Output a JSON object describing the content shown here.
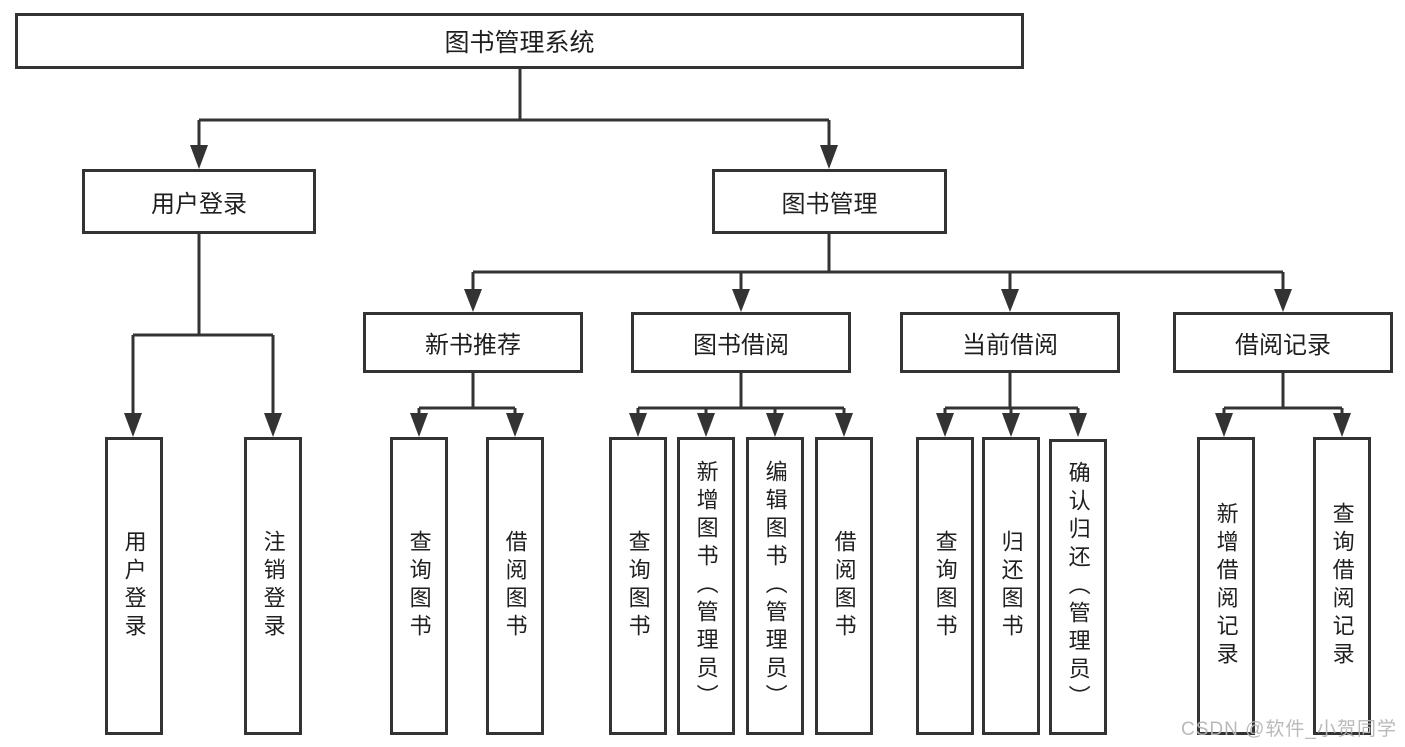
{
  "diagram": {
    "root": {
      "label": "图书管理系统"
    },
    "branches": {
      "user_login": {
        "label": "用户登录",
        "leaves": [
          {
            "label": "用户登录"
          },
          {
            "label": "注销登录"
          }
        ]
      },
      "book_management": {
        "label": "图书管理",
        "sections": [
          {
            "label": "新书推荐",
            "leaves": [
              {
                "label": "查询图书"
              },
              {
                "label": "借阅图书"
              }
            ]
          },
          {
            "label": "图书借阅",
            "leaves": [
              {
                "label": "查询图书"
              },
              {
                "label": "新增图书（管理员）"
              },
              {
                "label": "编辑图书（管理员）"
              },
              {
                "label": "借阅图书"
              }
            ]
          },
          {
            "label": "当前借阅",
            "leaves": [
              {
                "label": "查询图书"
              },
              {
                "label": "归还图书"
              },
              {
                "label": "确认归还（管理员）"
              }
            ]
          },
          {
            "label": "借阅记录",
            "leaves": [
              {
                "label": "新增借阅记录"
              },
              {
                "label": "查询借阅记录"
              }
            ]
          }
        ]
      }
    },
    "colors": {
      "line": "#333333",
      "text": "#1f1f1f",
      "watermark": "#b6b6b6",
      "background": "#ffffff"
    },
    "watermark": "CSDN @软件_小贺同学"
  }
}
